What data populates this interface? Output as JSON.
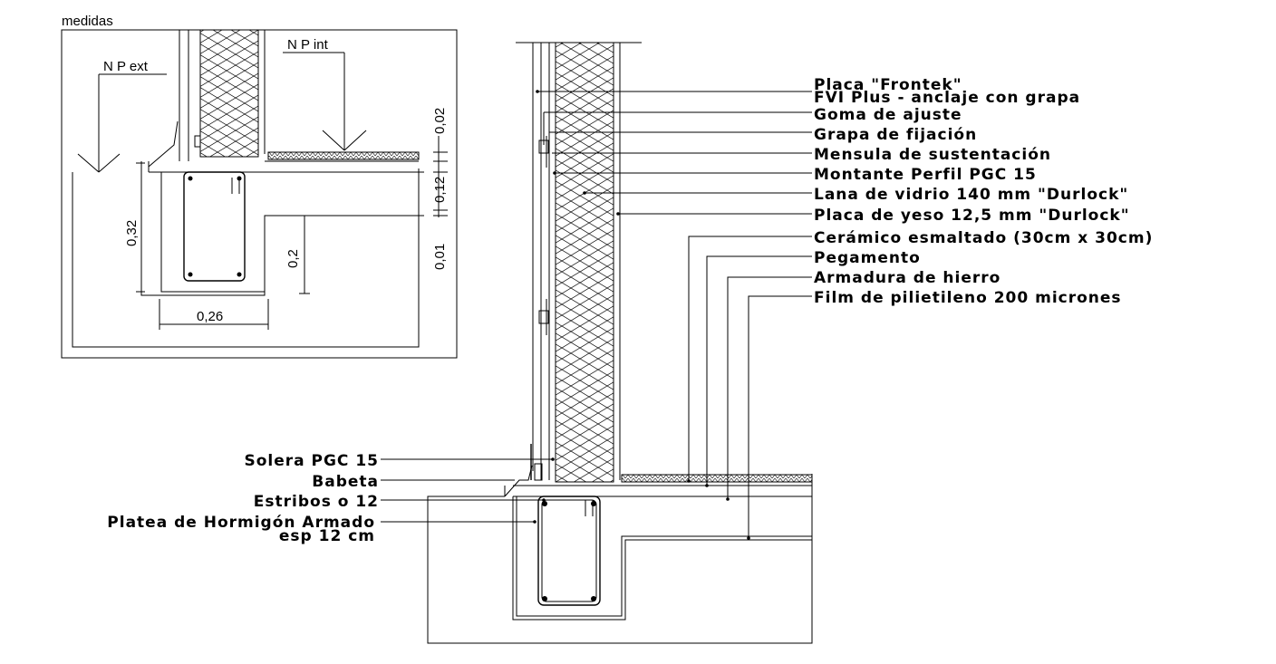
{
  "detail": {
    "title": "medidas",
    "levels": {
      "exterior": "N P ext",
      "interior": "N P int"
    },
    "dimensions": {
      "cover_thickness": "0,02",
      "slab_thickness": "0,12",
      "total_depth": "0,32",
      "beam_depth": "0,2",
      "membrane": "0,01",
      "beam_width": "0,26"
    }
  },
  "wall_labels": [
    "Placa \"Frontek\"",
    "FVI Plus - anclaje con grapa",
    "Goma de ajuste",
    "Grapa de fijación",
    "Mensula de sustentación",
    "Montante Perfil PGC 15",
    "Lana de vidrio 140 mm \"Durlock\"",
    "Placa de yeso 12,5 mm \"Durlock\"",
    "Cerámico esmaltado (30cm x 30cm)",
    "Pegamento",
    "Armadura de hierro",
    "Film de pilietileno 200 micrones"
  ],
  "base_labels": [
    "Solera PGC 15",
    "Babeta",
    "Estribos o  12",
    "Platea de Hormigón Armado",
    "esp 12 cm"
  ]
}
